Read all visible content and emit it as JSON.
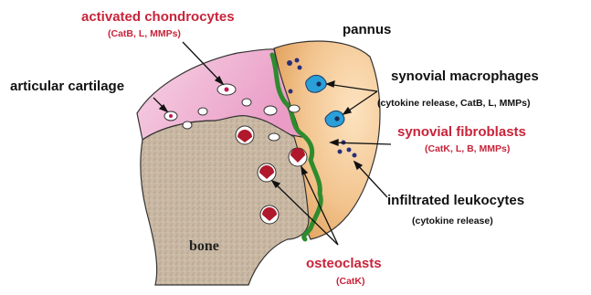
{
  "labels": {
    "activated_chondrocytes": {
      "title": "activated chondrocytes",
      "detail": "(CatB, L, MMPs)"
    },
    "pannus": {
      "title": "pannus"
    },
    "articular_cartilage": {
      "title": "articular cartilage"
    },
    "synovial_macrophages": {
      "title": "synovial macrophages",
      "detail": "(cytokine release, CatB, L, MMPs)"
    },
    "synovial_fibroblasts": {
      "title": "synovial fibroblasts",
      "detail": "(CatK, L, B, MMPs)"
    },
    "infiltrated_leukocytes": {
      "title": "infiltrated leukocytes",
      "detail": "(cytokine release)"
    },
    "bone": {
      "title": "bone"
    },
    "osteoclasts": {
      "title": "osteoclasts",
      "detail": "(CatK)"
    }
  },
  "colors": {
    "red_text": "#c8243a",
    "black_text": "#111111",
    "cartilage": "#f4cde0",
    "bone": "#c9b8a3",
    "pannus": "#f0c28c",
    "green_front": "#2e8b2e",
    "macrophage": "#2a9fd8",
    "leukocyte": "#2a2f7a",
    "osteoclast": "#b0182c"
  }
}
